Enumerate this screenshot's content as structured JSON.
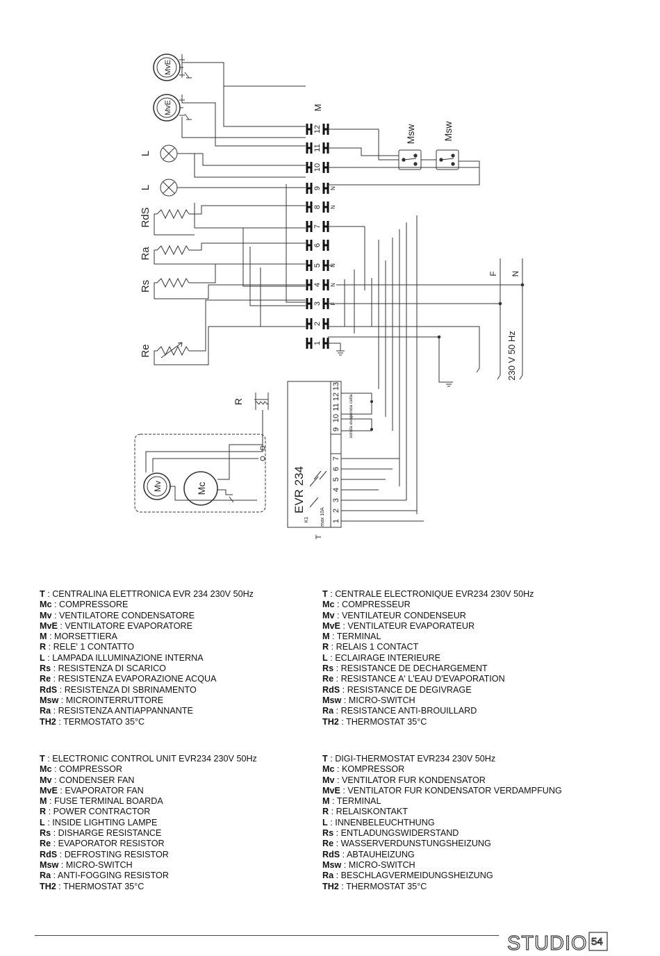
{
  "diagram": {
    "terminal_block_label": "M",
    "terminals": [
      "1",
      "2",
      "3",
      "4",
      "5",
      "6",
      "7",
      "8",
      "9",
      "10",
      "11",
      "12"
    ],
    "neutral_mark": "N",
    "phase_mark": "F",
    "components": {
      "evaporator_fan": "MvE",
      "lamp": "L",
      "defrost_resistor": "RdS",
      "antifog_resistor": "Ra",
      "discharge_resistor": "Rs",
      "evaporation_resistor": "Re",
      "relay": "R",
      "condenser_fan": "Mv",
      "compressor": "Mc",
      "micro_switch": "Msw",
      "controller": "T"
    },
    "supply": {
      "phase": "F",
      "neutral": "N",
      "voltage": "230 V 50 Hz"
    },
    "controller": {
      "model": "EVR 234",
      "terminals": [
        "1",
        "2",
        "3",
        "4",
        "5",
        "6",
        "7",
        "9",
        "10",
        "11",
        "12",
        "13"
      ],
      "relay_tag": "K1",
      "relay_rating": "max 10A",
      "probe_cell": "sonda cella",
      "probe_evaporator": "sonda evap."
    }
  },
  "legends": {
    "italian": [
      {
        "key": "T",
        "text": "CENTRALINA ELETTRONICA EVR 234 230V 50Hz"
      },
      {
        "key": "Mc",
        "text": "COMPRESSORE"
      },
      {
        "key": "Mv",
        "text": "VENTILATORE CONDENSATORE"
      },
      {
        "key": "MvE",
        "text": "VENTILATORE EVAPORATORE"
      },
      {
        "key": "M",
        "text": "MORSETTIERA"
      },
      {
        "key": "R",
        "text": "RELE' 1 CONTATTO"
      },
      {
        "key": "L",
        "text": "LAMPADA ILLUMINAZIONE INTERNA"
      },
      {
        "key": "Rs",
        "text": "RESISTENZA DI SCARICO"
      },
      {
        "key": "Re",
        "text": "RESISTENZA EVAPORAZIONE ACQUA"
      },
      {
        "key": "RdS",
        "text": "RESISTENZA DI SBRINAMENTO"
      },
      {
        "key": "Msw",
        "text": "MICROINTERRUTTORE"
      },
      {
        "key": "Ra",
        "text": "RESISTENZA ANTIAPPANNANTE"
      },
      {
        "key": "TH2",
        "text": "TERMOSTATO 35°C"
      }
    ],
    "french": [
      {
        "key": "T",
        "text": "CENTRALE ELECTRONIQUE EVR234 230V 50Hz"
      },
      {
        "key": "Mc",
        "text": "COMPRESSEUR"
      },
      {
        "key": "Mv",
        "text": "VENTILATEUR CONDENSEUR"
      },
      {
        "key": "MvE",
        "text": "VENTILATEUR EVAPORATEUR"
      },
      {
        "key": "M",
        "text": "TERMINAL"
      },
      {
        "key": "R",
        "text": "RELAIS 1 CONTACT"
      },
      {
        "key": "L",
        "text": "ECLAIRAGE INTERIEURE"
      },
      {
        "key": "Rs",
        "text": "RESISTANCE DE DECHARGEMENT"
      },
      {
        "key": "Re",
        "text": "RESISTANCE A' L'EAU D'EVAPORATION"
      },
      {
        "key": "RdS",
        "text": "RESISTANCE DE DEGIVRAGE"
      },
      {
        "key": "Msw",
        "text": "MICRO-SWITCH"
      },
      {
        "key": "Ra",
        "text": "RESISTANCE ANTI-BROUILLARD"
      },
      {
        "key": "TH2",
        "text": "THERMOSTAT 35°C"
      }
    ],
    "english": [
      {
        "key": "T",
        "text": "ELECTRONIC CONTROL UNIT EVR234 230V 50Hz"
      },
      {
        "key": "Mc",
        "text": "COMPRESSOR"
      },
      {
        "key": "Mv",
        "text": "CONDENSER FAN"
      },
      {
        "key": "MvE",
        "text": "EVAPORATOR FAN"
      },
      {
        "key": "M",
        "text": "FUSE TERMINAL BOARDA"
      },
      {
        "key": "R",
        "text": "POWER CONTRACTOR"
      },
      {
        "key": "L",
        "text": "INSIDE LIGHTING LAMPE"
      },
      {
        "key": "Rs",
        "text": "DISHARGE RESISTANCE"
      },
      {
        "key": "Re",
        "text": "EVAPORATOR RESISTOR"
      },
      {
        "key": "RdS",
        "text": "DEFROSTING RESISTOR"
      },
      {
        "key": "Msw",
        "text": "MICRO-SWITCH"
      },
      {
        "key": "Ra",
        "text": "ANTI-FOGGING RESISTOR"
      },
      {
        "key": "TH2",
        "text": "THERMOSTAT 35°C"
      }
    ],
    "german": [
      {
        "key": "T",
        "text": "DIGI-THERMOSTAT EVR234 230V 50Hz"
      },
      {
        "key": "Mc",
        "text": "KOMPRESSOR"
      },
      {
        "key": "Mv",
        "text": "VENTILATOR FUR KONDENSATOR"
      },
      {
        "key": "MvE",
        "text": "VENTILATOR FUR KONDENSATOR VERDAMPFUNG"
      },
      {
        "key": "M",
        "text": "TERMINAL"
      },
      {
        "key": "R",
        "text": "RELAISKONTAKT"
      },
      {
        "key": "L",
        "text": "INNENBELEUCHTHUNG"
      },
      {
        "key": "Rs",
        "text": "ENTLADUNGSWIDERSTAND"
      },
      {
        "key": "Re",
        "text": "WASSERVERDUNSTUNGSHEIZUNG"
      },
      {
        "key": "RdS",
        "text": "ABTAUHEIZUNG"
      },
      {
        "key": "Msw",
        "text": "MICRO-SWITCH"
      },
      {
        "key": "Ra",
        "text": "BESCHLAGVERMEIDUNGSHEIZUNG"
      },
      {
        "key": "TH2",
        "text": "THERMOSTAT 35°C"
      }
    ]
  },
  "footer": {
    "brand": "STUDIO",
    "brand_number": "54"
  }
}
